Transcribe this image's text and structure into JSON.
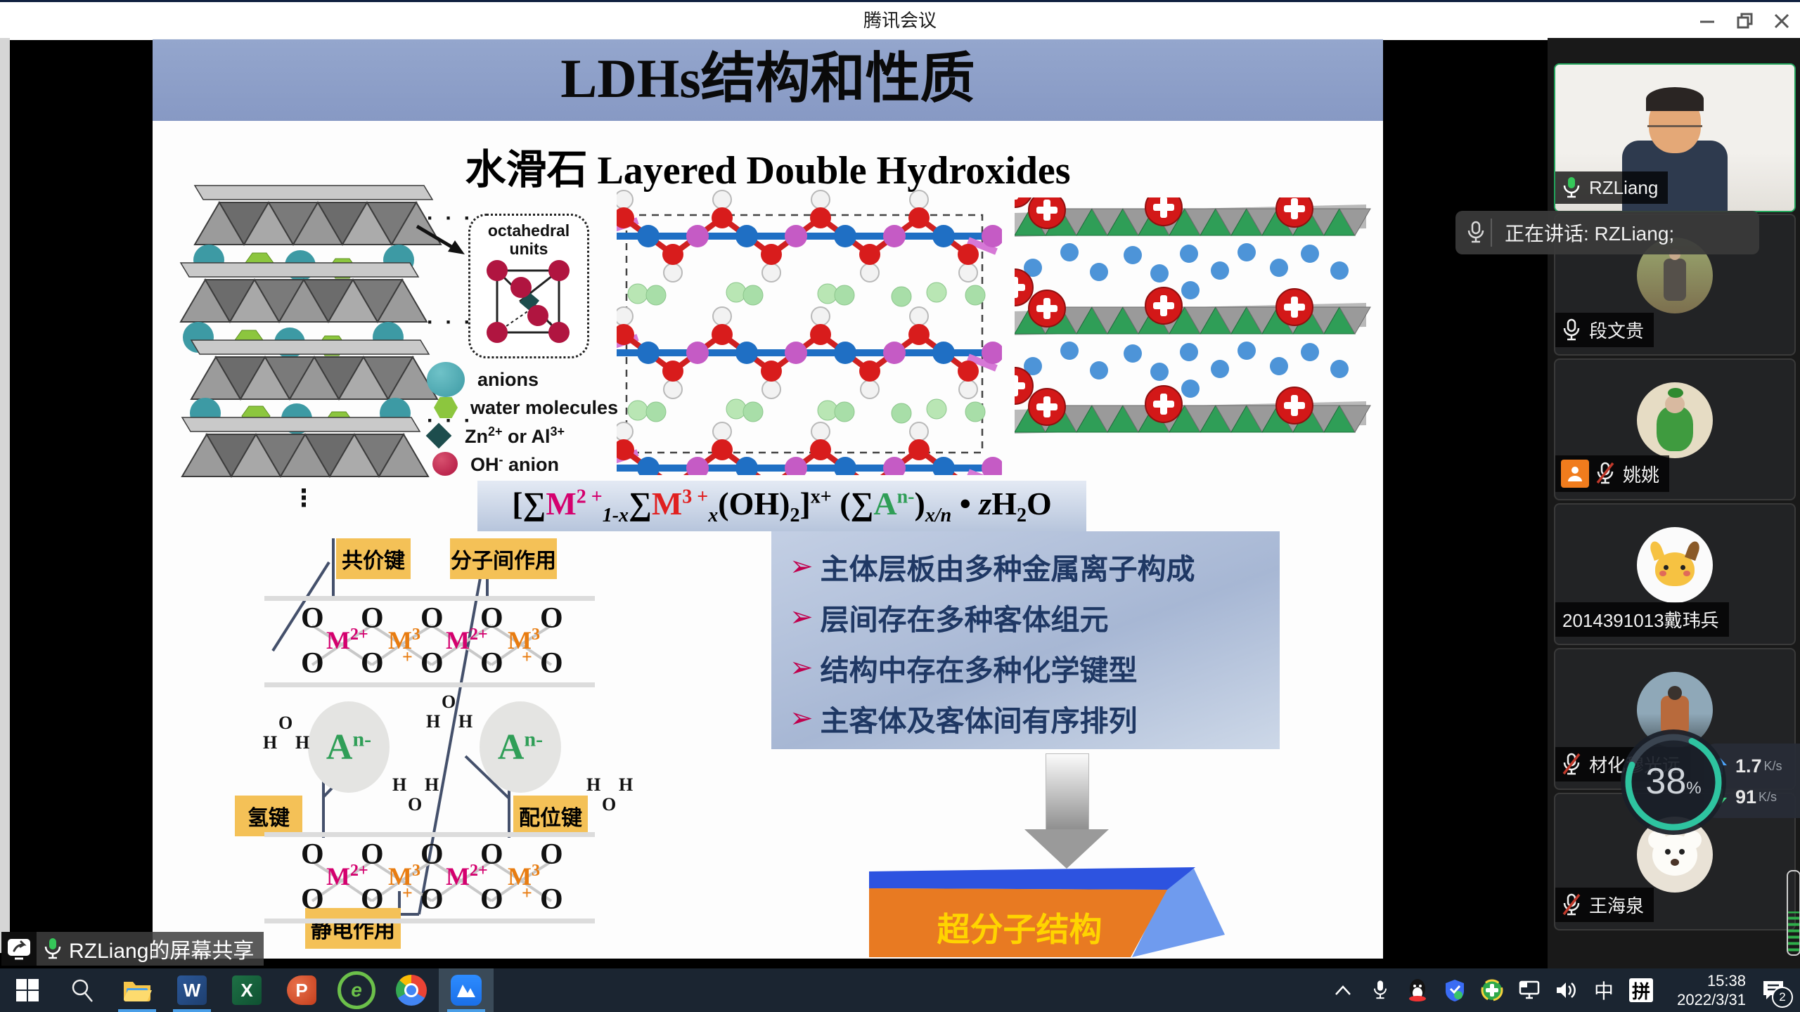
{
  "window": {
    "title": "腾讯会议"
  },
  "slide": {
    "banner_title": "LDHs结构和性质",
    "subtitle_cn": "水滑石",
    "subtitle_en": " Layered Double Hydroxides",
    "octa": {
      "l1": "octahedral",
      "l2": "units"
    },
    "dots_h": "· · ·",
    "dots_v": "⋮",
    "legend": {
      "anions": "anions",
      "water": "water  molecules",
      "zn": {
        "a": "Zn",
        "s1": "2+",
        "b": " or Al",
        "s2": "3+"
      },
      "oh": {
        "a": "OH",
        "s": "-",
        "b": " anion"
      }
    },
    "formula": {
      "lb": "[∑",
      "m2": "M",
      "m2s": "2 +",
      "sub1": "1-x",
      "sum2": "∑",
      "m3": "M",
      "m3s": "3 +",
      "sub2": "x",
      "oh": "(OH)",
      "ohs": "2",
      "rb": "]",
      "xsup": "x+",
      "lp": " (∑",
      "a": "A",
      "asup": "n-",
      "rp": ")",
      "xns": "x/n",
      "mid": " • ",
      "z": "z",
      "h2o_h": "H",
      "h2o_s": "2",
      "h2o_o": "O"
    },
    "bonds": {
      "covalent": "共价键",
      "inter": "分子间作用",
      "hydrogen": "氢键",
      "coordination": "配位键",
      "electrostatic": "静电作用"
    },
    "lattice": {
      "o": "O",
      "m": "M",
      "s2": "2+",
      "s3": "3",
      "plus": "+",
      "a": "A",
      "asup": "n-",
      "h": "H"
    },
    "bullet_char": "➢",
    "bullets": [
      "主体层板由多种金属离子构成",
      "层间存在多种客体组元",
      "结构中存在多种化学键型",
      "主客体及客体间有序排列"
    ],
    "trapezoid": "超分子结构"
  },
  "toast": {
    "label": "正在讲话: RZLiang;"
  },
  "share_pill": {
    "label": "RZLiang的屏幕共享"
  },
  "participants": [
    {
      "name": "RZLiang",
      "mic": "on",
      "speaking": true
    },
    {
      "name": "段文贵",
      "mic": "on"
    },
    {
      "name": "姚姚",
      "mic": "muted",
      "badge": "hands-up"
    },
    {
      "name": "2014391013戴玮兵",
      "mic": "none"
    },
    {
      "name": "材化穆光远",
      "mic": "muted"
    },
    {
      "name": "王海泉",
      "mic": "muted"
    }
  ],
  "stats": {
    "percent": "38",
    "unit": "%",
    "up": "1.7",
    "up_unit": "K/s",
    "down": "91",
    "down_unit": "K/s"
  },
  "taskbar": {
    "word": "W",
    "excel": "X",
    "ppt": "P",
    "browser": "e",
    "ime1": "中",
    "ime2": "拼",
    "time": "15:38",
    "date": "2022/3/31",
    "badge": "2"
  },
  "colors": {
    "banner": "#8c9ec8",
    "label_yellow": "#f4c157",
    "bullet_text": "#1f3864",
    "bullet_arrow": "#c0004d",
    "trap_orange": "#e87a22",
    "trap_blue": "#3c6ce8",
    "m2": "#d4006e",
    "m3_formula": "#e02020",
    "m3_lattice": "#e87c10",
    "anion_green": "#2f9e57",
    "mic_green": "#35c759",
    "taskbar": "#1b2531"
  }
}
